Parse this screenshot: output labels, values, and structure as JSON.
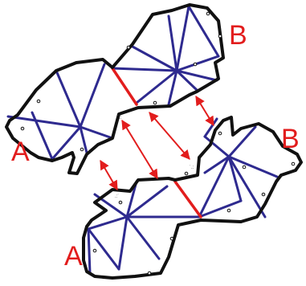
{
  "labels": {
    "top_a": "A",
    "top_b": "B",
    "bottom_a": "A",
    "bottom_b": "B"
  },
  "colors": {
    "outline": "#111111",
    "triangulation": "#2e2a8f",
    "hinge": "#e21d1d",
    "arrows": "#e21d1d",
    "labels": "#e21d1d"
  }
}
